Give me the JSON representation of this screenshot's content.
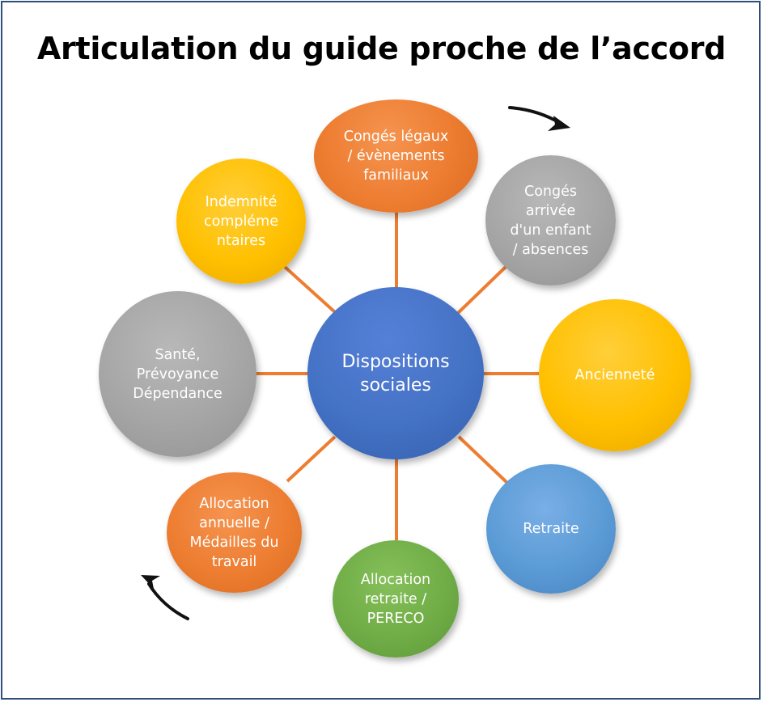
{
  "title": "Articulation du guide proche de l’accord",
  "center": {
    "label": "Dispositions\nsociales",
    "color": "#4472c4"
  },
  "nodes": [
    {
      "id": "conges-legaux",
      "label": "Congés légaux\n/ évènements\nfamiliaux",
      "color": "#ed7d31"
    },
    {
      "id": "conges-arrivee",
      "label": "Congés\narrivée\nd'un enfant\n/ absences",
      "color": "#a5a5a5"
    },
    {
      "id": "anciennete",
      "label": "Ancienneté",
      "color": "#ffc000"
    },
    {
      "id": "retraite",
      "label": "Retraite",
      "color": "#5b9bd5"
    },
    {
      "id": "allocation-retraite",
      "label": "Allocation\nretraite /\nPERECO",
      "color": "#70ad47"
    },
    {
      "id": "allocation-annuelle",
      "label": "Allocation\nannuelle /\nMédailles du\ntravail",
      "color": "#ed7d31"
    },
    {
      "id": "sante",
      "label": "Santé,\nPrévoyance\nDépendance",
      "color": "#a5a5a5"
    },
    {
      "id": "indemnite",
      "label": "Indemnité\ncompléme\nntaires",
      "color": "#ffc000"
    }
  ],
  "connector_color": "#ed7d31",
  "arrows": [
    "clockwise-arrow-top-right",
    "clockwise-arrow-bottom-left"
  ]
}
